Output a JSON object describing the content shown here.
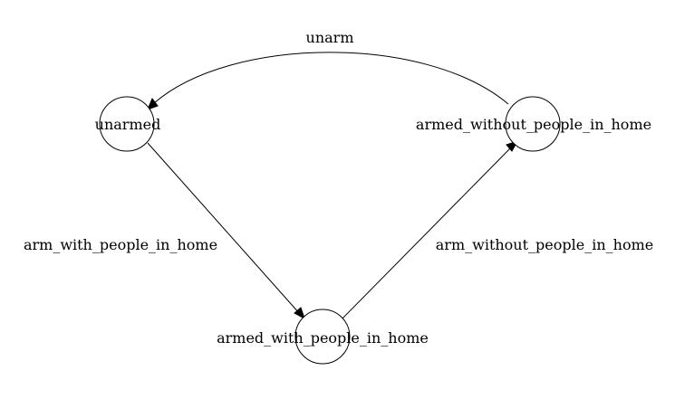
{
  "diagram": {
    "type": "state-machine",
    "states": {
      "unarmed": {
        "label": "unarmed"
      },
      "armed_with": {
        "label": "armed_with_people_in_home"
      },
      "armed_without": {
        "label": "armed_without_people_in_home"
      }
    },
    "transitions": {
      "arm_with": {
        "label": "arm_with_people_in_home",
        "from": "unarmed",
        "to": "armed_with_people_in_home"
      },
      "arm_without": {
        "label": "arm_without_people_in_home",
        "from": "armed_with_people_in_home",
        "to": "armed_without_people_in_home"
      },
      "unarm": {
        "label": "unarm",
        "from": "armed_without_people_in_home",
        "to": "unarmed"
      }
    },
    "colors": {
      "stroke": "#000000",
      "background": "#ffffff"
    }
  }
}
